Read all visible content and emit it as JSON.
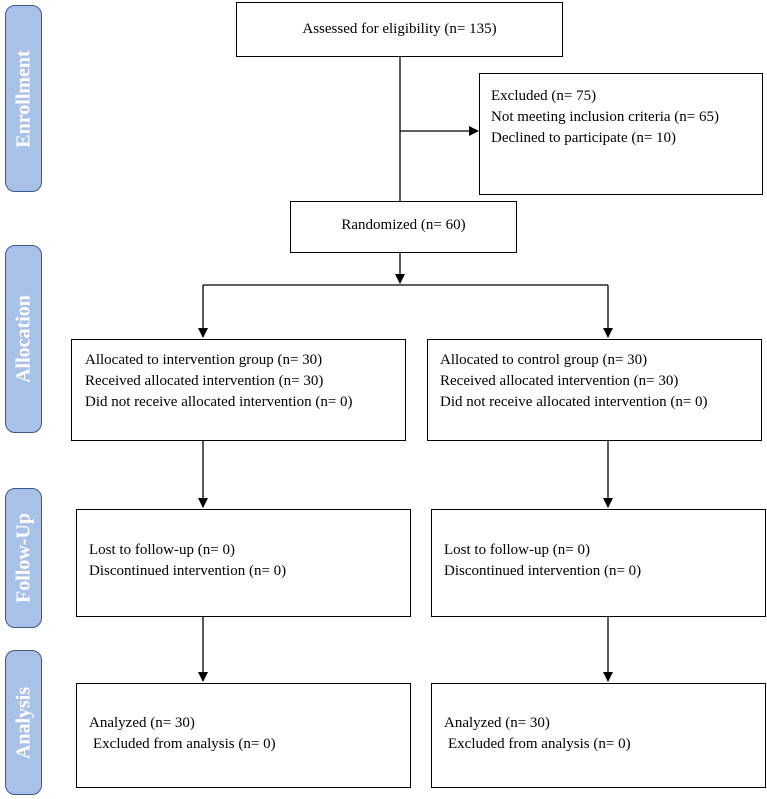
{
  "stages": {
    "enrollment": "Enrollment",
    "allocation": "Allocation",
    "followup": "Follow-Up",
    "analysis": "Analysis"
  },
  "assessed": {
    "text": "Assessed for eligibility (n= 135)"
  },
  "excluded": {
    "title": "Excluded (n= 75)",
    "line1": "Not meeting inclusion criteria (n= 65)",
    "line2": "Declined to participate (n= 10)"
  },
  "randomized": {
    "text": "Randomized (n= 60)"
  },
  "allocation_intervention": {
    "line1": "Allocated to intervention group (n= 30)",
    "line2": "Received allocated intervention (n= 30)",
    "line3": "Did not receive allocated intervention (n= 0)"
  },
  "allocation_control": {
    "line1": "Allocated to control group (n= 30)",
    "line2": "Received allocated intervention (n= 30)",
    "line3": "Did not receive allocated intervention (n= 0)"
  },
  "followup_intervention": {
    "line1": "Lost to follow-up (n= 0)",
    "line2": "Discontinued intervention (n= 0)"
  },
  "followup_control": {
    "line1": "Lost to follow-up (n= 0)",
    "line2": "Discontinued intervention (n= 0)"
  },
  "analysis_intervention": {
    "line1": "Analyzed (n= 30)",
    "line2": "Excluded from analysis (n= 0)"
  },
  "analysis_control": {
    "line1": "Analyzed (n= 30)",
    "line2": "Excluded from analysis (n= 0)"
  }
}
